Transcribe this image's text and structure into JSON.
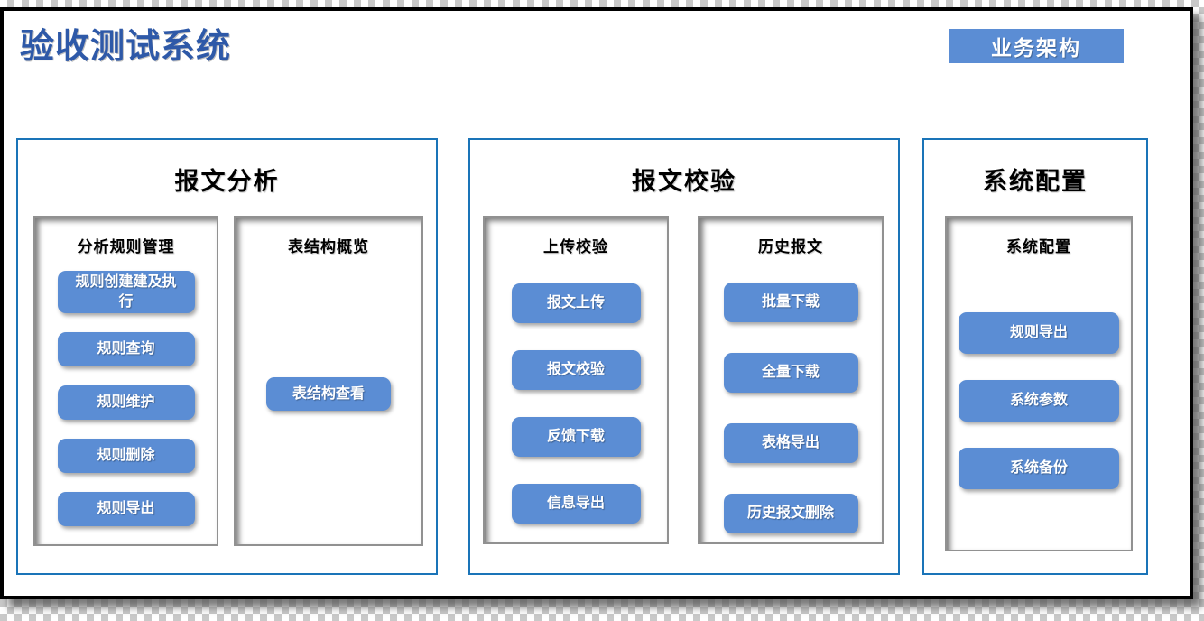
{
  "page": {
    "title": "验收测试系统",
    "badge": "业务架构"
  },
  "panels": [
    {
      "title": "报文分析",
      "groups": [
        {
          "title": "分析规则管理",
          "buttons": [
            "规则创建建及执行",
            "规则查询",
            "规则维护",
            "规则删除",
            "规则导出"
          ]
        },
        {
          "title": "表结构概览",
          "buttons": [
            "表结构查看"
          ]
        }
      ]
    },
    {
      "title": "报文校验",
      "groups": [
        {
          "title": "上传校验",
          "buttons": [
            "报文上传",
            "报文校验",
            "反馈下载",
            "信息导出"
          ]
        },
        {
          "title": "历史报文",
          "buttons": [
            "批量下载",
            "全量下载",
            "表格导出",
            "历史报文删除"
          ]
        }
      ]
    },
    {
      "title": "系统配置",
      "groups": [
        {
          "title": "系统配置",
          "buttons": [
            "规则导出",
            "系统参数",
            "系统备份"
          ]
        }
      ]
    }
  ],
  "colors": {
    "accent_blue": "#5b8dd4",
    "panel_border_blue": "#1a74b8",
    "title_blue": "#2e59a8",
    "page_border": "#000000",
    "checker_gray": "#c9c9c9",
    "button_text": "#ffffff"
  }
}
